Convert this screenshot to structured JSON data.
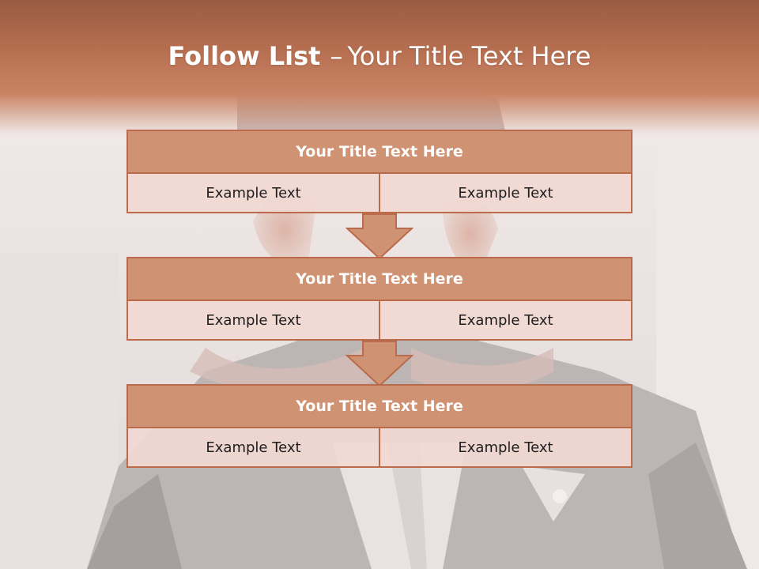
{
  "slide": {
    "title_bold": "Follow List",
    "title_separator": "–",
    "title_rest": "Your Title Text Here"
  },
  "blocks": [
    {
      "title": "Your Title Text Here",
      "left": "Example Text",
      "right": "Example Text"
    },
    {
      "title": "Your Title Text Here",
      "left": "Example Text",
      "right": "Example Text"
    },
    {
      "title": "Your Title Text Here",
      "left": "Example Text",
      "right": "Example Text"
    }
  ],
  "colors": {
    "header_band": "#b56d4f",
    "block_header_fill": "#cf9273",
    "block_border": "#b96b4b",
    "cell_fill": "#f1d8d2",
    "arrow_fill": "#cf9273"
  }
}
